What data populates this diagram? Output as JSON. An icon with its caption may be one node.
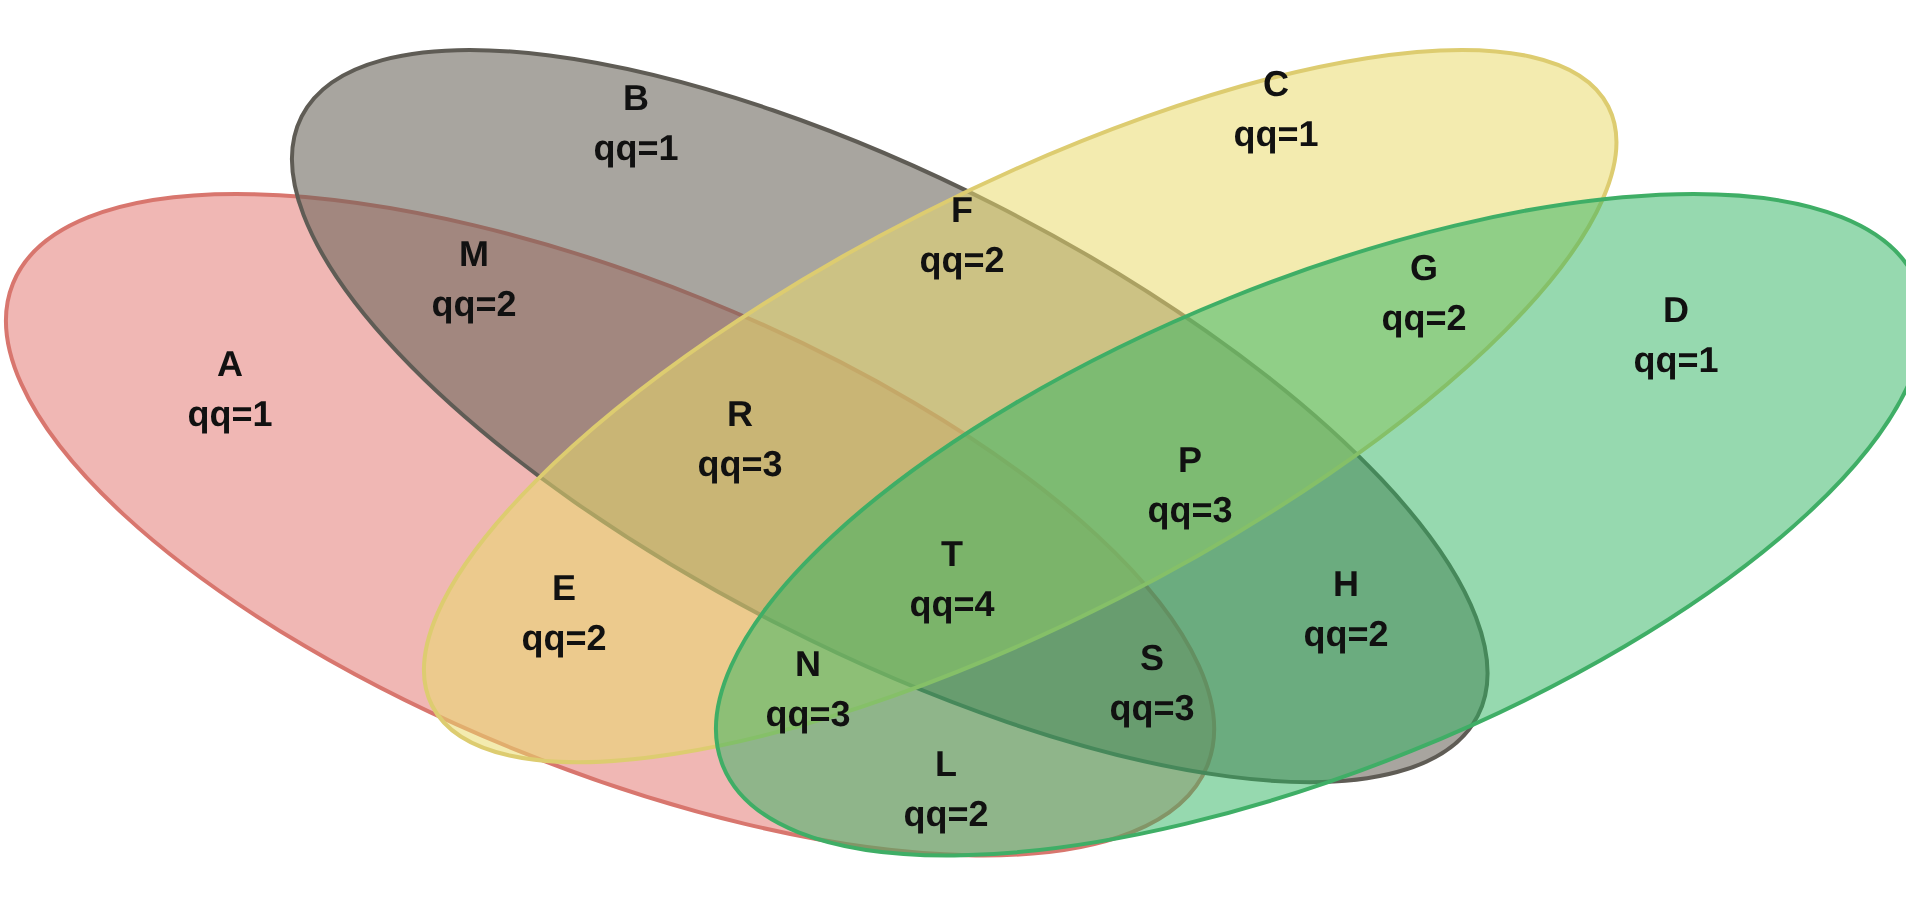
{
  "diagram": {
    "nodes": [
      {
        "text": [
          "A qq=1"
        ]
      },
      {
        "text": [
          "B qq=1"
        ]
      },
      {
        "text": [
          "C qq=1"
        ]
      },
      {
        "text": [
          "D qq=1"
        ]
      }
    ],
    "labels": [
      "M qq=2",
      "F qq=2",
      "G qq=2",
      "R qq=3",
      "P qq=3",
      "E qq=2",
      "T qq=4",
      "H qq=2",
      "N qq=3",
      "S qq=3",
      "L qq=2"
    ]
  }
}
